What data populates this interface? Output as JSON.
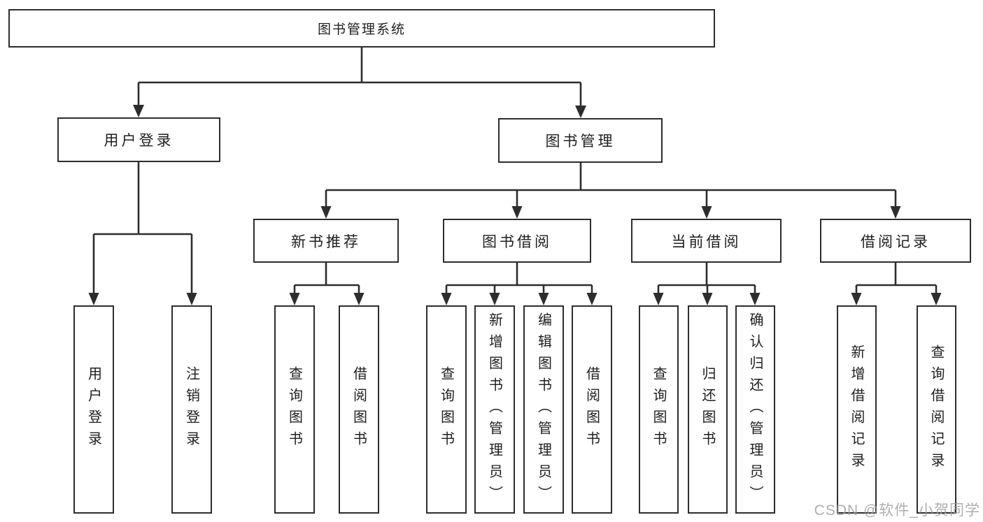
{
  "colors": {
    "background": "#ffffff",
    "line": "#2d2d2d",
    "text": "#1e1e1e",
    "watermark": "#9b9b9b"
  },
  "watermark": {
    "text": "CSDN @软件_小贺同学"
  },
  "tree": {
    "label": "图书管理系统",
    "children": [
      {
        "label": "用户登录",
        "children": [
          {
            "label": "用户登录"
          },
          {
            "label": "注销登录"
          }
        ]
      },
      {
        "label": "图书管理",
        "children": [
          {
            "label": "新书推荐",
            "children": [
              {
                "label": "查询图书"
              },
              {
                "label": "借阅图书"
              }
            ]
          },
          {
            "label": "图书借阅",
            "children": [
              {
                "label": "查询图书"
              },
              {
                "label": "新增图书（管理员）"
              },
              {
                "label": "编辑图书（管理员）"
              },
              {
                "label": "借阅图书"
              }
            ]
          },
          {
            "label": "当前借阅",
            "children": [
              {
                "label": "查询图书"
              },
              {
                "label": "归还图书"
              },
              {
                "label": "确认归还（管理员）"
              }
            ]
          },
          {
            "label": "借阅记录",
            "children": [
              {
                "label": "新增借阅记录"
              },
              {
                "label": "查询借阅记录"
              }
            ]
          }
        ]
      }
    ]
  }
}
